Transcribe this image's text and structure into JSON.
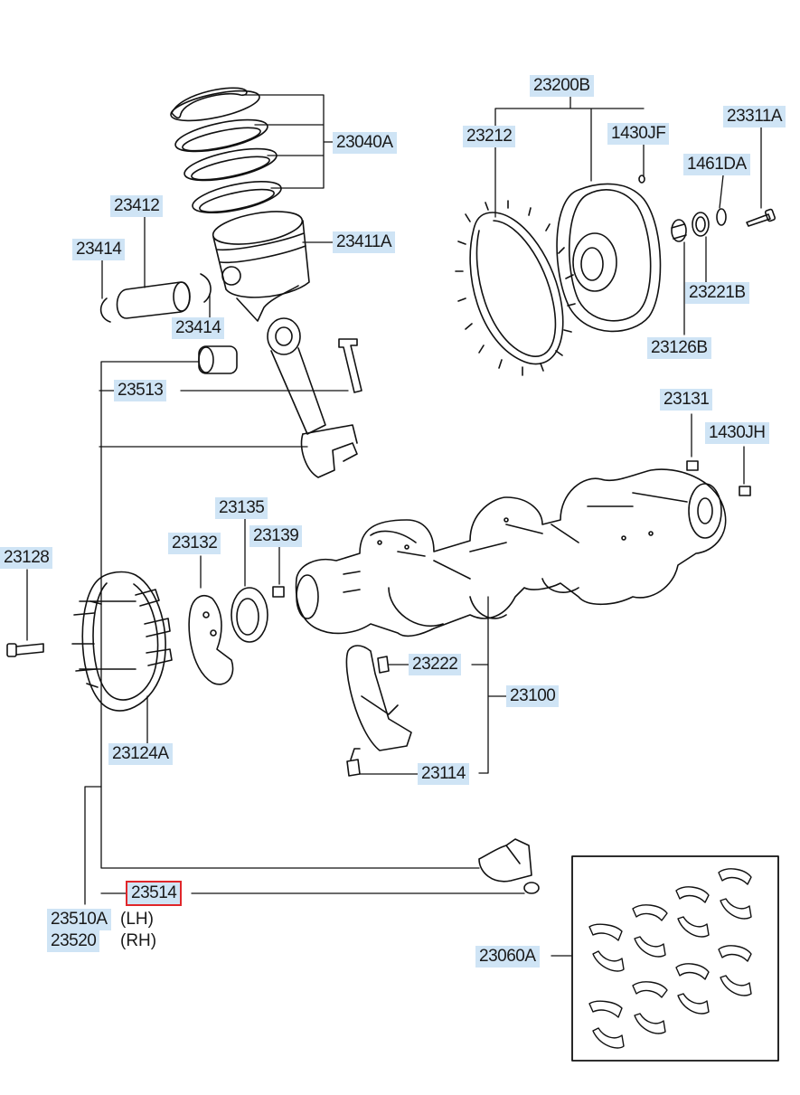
{
  "callouts": {
    "c23200B": "23200B",
    "c23311A": "23311A",
    "c23040A": "23040A",
    "c23212": "23212",
    "c1430JF": "1430JF",
    "c1461DA": "1461DA",
    "c23412": "23412",
    "c23411A": "23411A",
    "c23414a": "23414",
    "c23414b": "23414",
    "c23221B": "23221B",
    "c23126B": "23126B",
    "c23513": "23513",
    "c23131": "23131",
    "c1430JH": "1430JH",
    "c23135": "23135",
    "c23132": "23132",
    "c23139": "23139",
    "c23128": "23128",
    "c23222": "23222",
    "c23100": "23100",
    "c23124A": "23124A",
    "c23114": "23114",
    "c23514": "23514",
    "c23510A": "23510A",
    "c23520": "23520",
    "c23060A": "23060A"
  },
  "side_notes": {
    "lh": "(LH)",
    "rh": "(RH)"
  },
  "highlight_color": "#e0262a",
  "label_bg_color": "#cfe4f5"
}
